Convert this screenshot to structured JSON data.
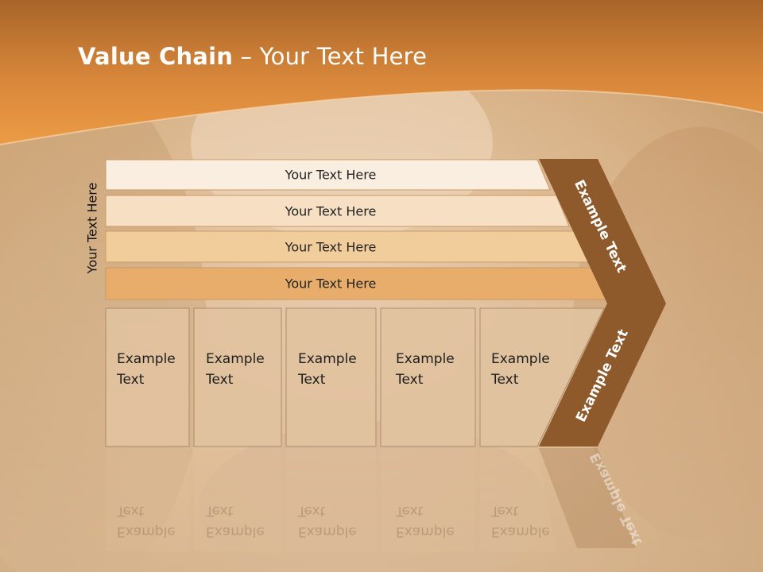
{
  "slide": {
    "title_bold": "Value Chain",
    "title_rest": " – Your Text Here",
    "vertical_label": "Your Text Here"
  },
  "bars": [
    {
      "label": "Your Text Here",
      "color": "#faeee0"
    },
    {
      "label": "Your Text Here",
      "color": "#f6dfc3"
    },
    {
      "label": "Your Text Here",
      "color": "#f2cd9c"
    },
    {
      "label": "Your Text Here",
      "color": "#e8ad6a"
    }
  ],
  "boxes": [
    {
      "line1": "Example",
      "line2": "Text"
    },
    {
      "line1": "Example",
      "line2": "Text"
    },
    {
      "line1": "Example",
      "line2": "Text"
    },
    {
      "line1": "Example",
      "line2": "Text"
    },
    {
      "line1": "Example",
      "line2": "Text"
    }
  ],
  "chevrons": {
    "upper_label": "Example Text",
    "lower_label": "Example Text",
    "color": "#8e5a2c"
  },
  "colors": {
    "header_top": "#a8652a",
    "header_bottom": "#e8953e",
    "box_fill": "#e2c3a0",
    "box_stroke": "#a88a6a"
  }
}
